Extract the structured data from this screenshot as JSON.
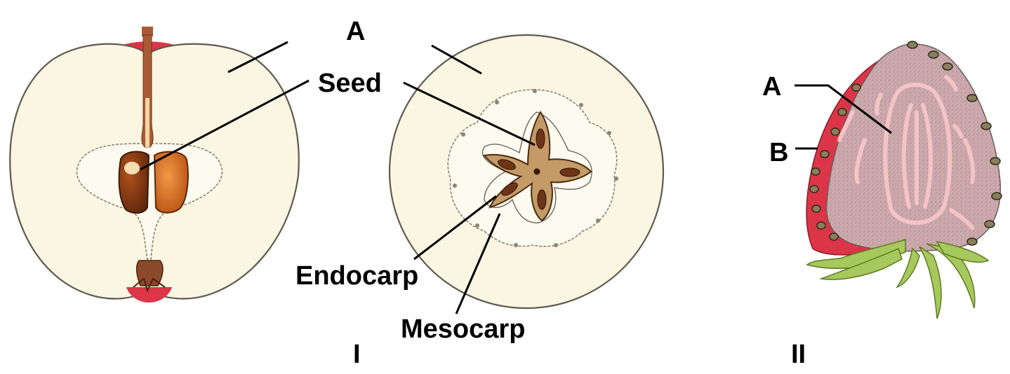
{
  "labels": {
    "top_a": "A",
    "seed": "Seed",
    "endocarp": "Endocarp",
    "mesocarp": "Mesocarp",
    "figure_one": "I",
    "strawberry_a": "A",
    "strawberry_b": "B",
    "figure_two": "II"
  },
  "colors": {
    "flesh": "#fbf6e2",
    "skin_red": "#dc3547",
    "outline": "#5f5a4e",
    "seed_dark": "#7a3312",
    "seed_light": "#d5651f",
    "stalk": "#a85a34",
    "star_fill": "#c49a66",
    "strawberry_flesh": "#cfaeb1",
    "strawberry_stroke": "#f4c3c5",
    "leaf_green": "#a7c85c"
  }
}
